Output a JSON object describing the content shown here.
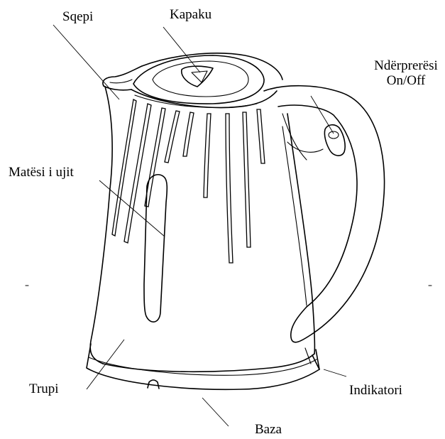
{
  "labels": {
    "spout": "Sqepi",
    "lid": "Kapaku",
    "switch_line1": "Ndërprerësi",
    "switch_line2": "On/Off",
    "water_gauge": "Matësi i ujit",
    "body": "Trupi",
    "indicator": "Indikatori",
    "base": "Baza"
  }
}
